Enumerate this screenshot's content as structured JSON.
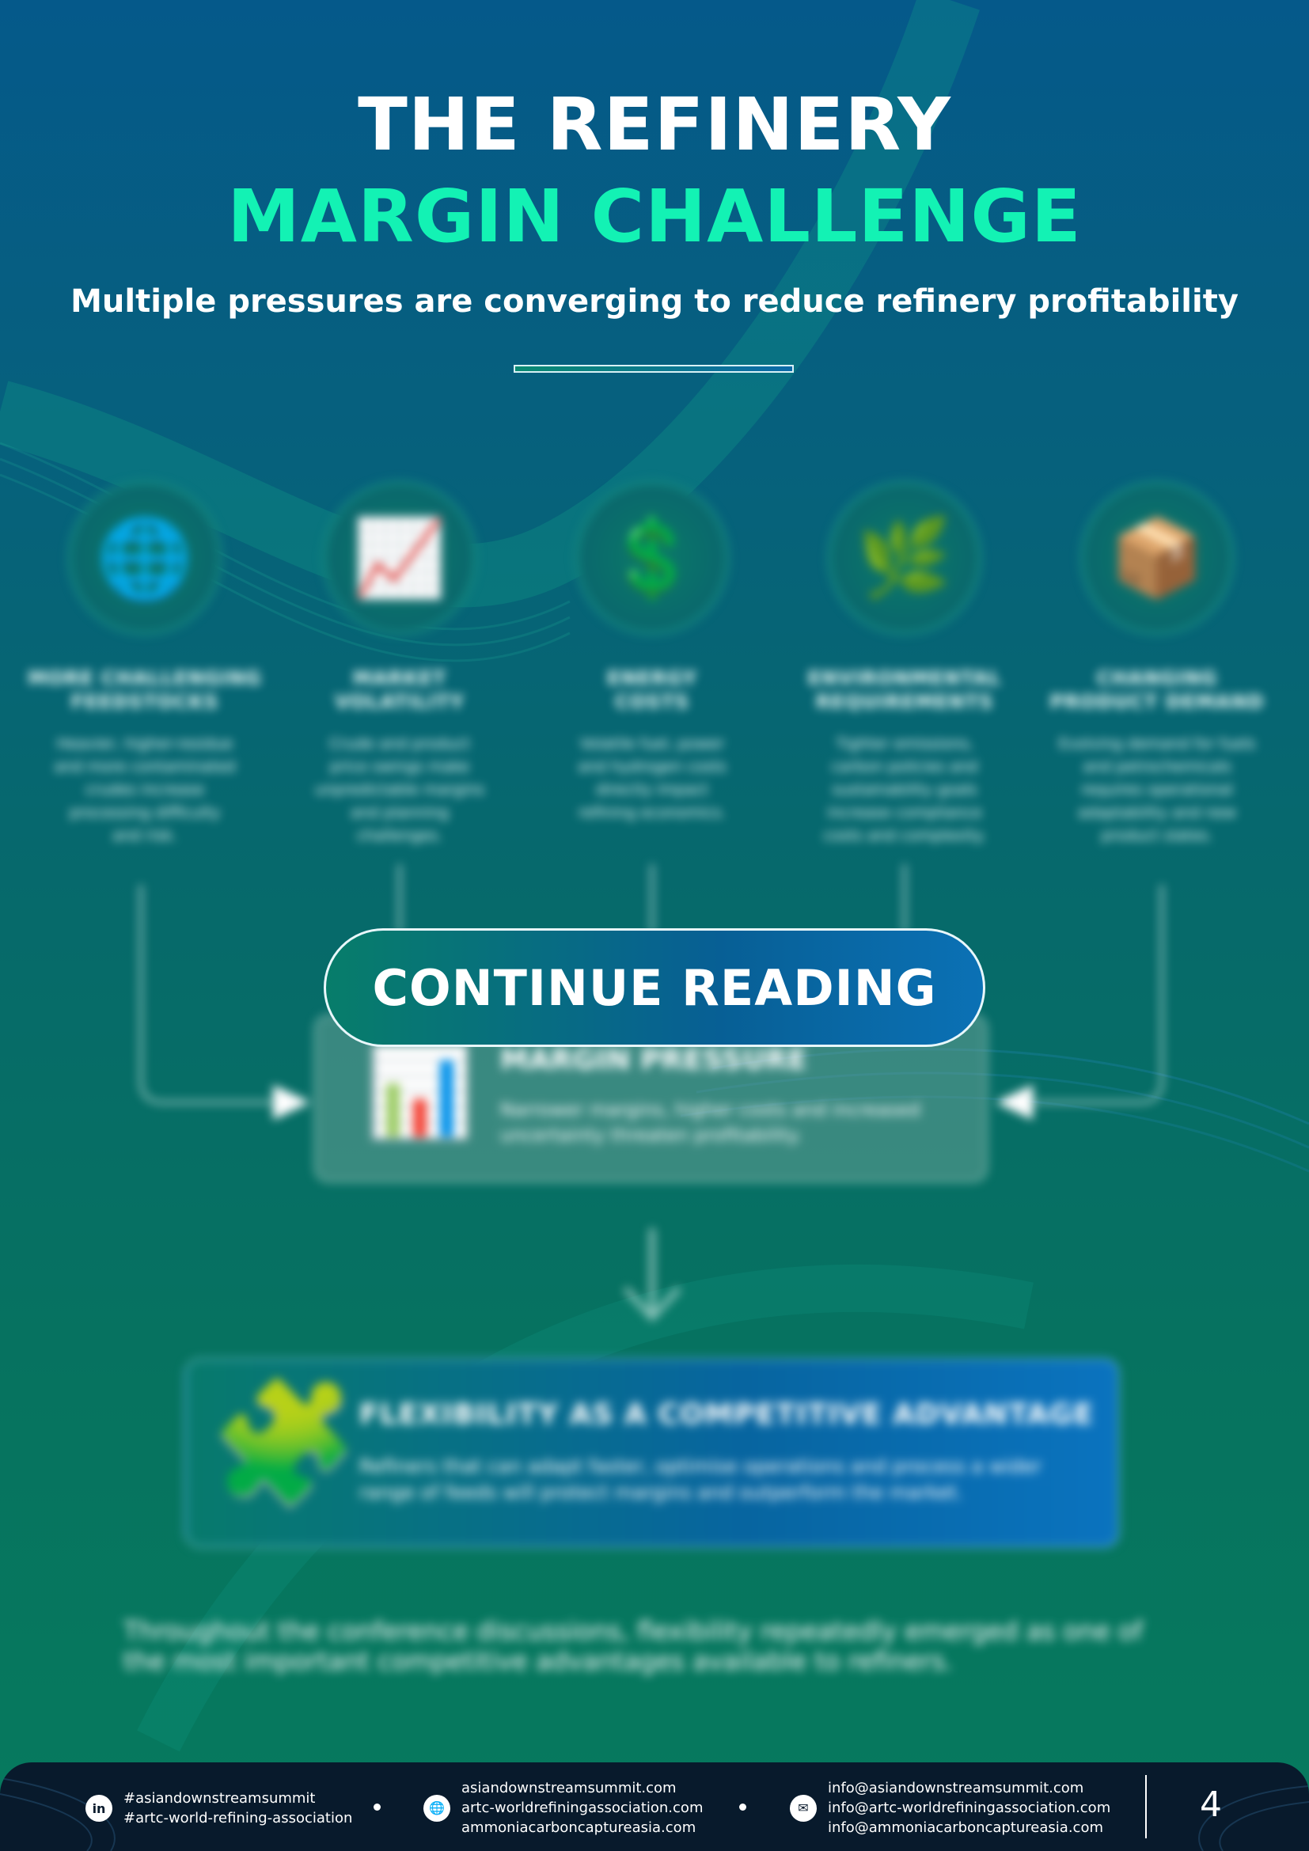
{
  "header": {
    "title_line1": "THE REFINERY",
    "title_line2": "MARGIN CHALLENGE",
    "subtitle": "Multiple pressures are converging to reduce refinery profitability"
  },
  "pillars": [
    {
      "icon": "globe-barrel-icon",
      "glyph": "🌐",
      "title": "MORE CHALLENGING\nFEEDSTOCKS",
      "desc": "Heavier, higher-residue\nand more contaminated\ncrudes increase\nprocessing difficulty\nand risk."
    },
    {
      "icon": "market-chart-icon",
      "glyph": "📈",
      "title": "MARKET\nVOLATILITY",
      "desc": "Crude and product\nprice swings make\nunpredictable margins\nand planning\nchallenges."
    },
    {
      "icon": "energy-cost-icon",
      "glyph": "💲",
      "title": "ENERGY\nCOSTS",
      "desc": "Volatile fuel, power\nand hydrogen costs\ndirectly impact\nrefining economics."
    },
    {
      "icon": "leaf-hand-icon",
      "glyph": "🌿",
      "title": "ENVIRONMENTAL\nREQUIREMENTS",
      "desc": "Tighter emissions,\ncarbon policies and\nsustainability goals\nincrease compliance\ncosts and complexity."
    },
    {
      "icon": "product-boxes-icon",
      "glyph": "📦",
      "title": "CHANGING\nPRODUCT DEMAND",
      "desc": "Evolving demand for fuels\nand petrochemicals\nrequires operational\nadaptability and new\nproduct slates."
    }
  ],
  "margin_box": {
    "icon": "margin-pressure-icon",
    "glyph": "📊",
    "title": "MARGIN PRESSURE",
    "desc": "Narrower margins, higher costs and increased uncertainty threaten profitability."
  },
  "flex_box": {
    "icon": "puzzle-hand-icon",
    "glyph": "🧩",
    "title": "FLEXIBILITY AS A COMPETITIVE ADVANTAGE",
    "desc": "Refiners that can adapt faster, optimise operations and process a wider range of feeds will protect margins and outperform the market."
  },
  "closing": "Throughout the conference discussions, flexibility repeatedly emerged as one of the most important competitive advantages available to refiners.",
  "cta_label": "CONTINUE READING",
  "footer": {
    "social": {
      "icon": "linkedin-icon",
      "glyph": "in",
      "lines": [
        "#asiandownstreamsummit",
        "#artc-world-refining-association"
      ]
    },
    "web": {
      "icon": "globe-icon",
      "glyph": "🌐",
      "lines": [
        "asiandownstreamsummit.com",
        "artc-worldrefiningassociation.com",
        "ammoniacarboncaptureasia.com"
      ]
    },
    "email": {
      "icon": "mail-icon",
      "glyph": "✉",
      "lines": [
        "info@asiandownstreamsummit.com",
        "info@artc-worldrefiningassociation.com",
        "info@ammoniacarboncaptureasia.com"
      ]
    },
    "page_number": "4"
  },
  "colors": {
    "accent": "#13f2b4",
    "footer_bg": "#081a2c"
  }
}
